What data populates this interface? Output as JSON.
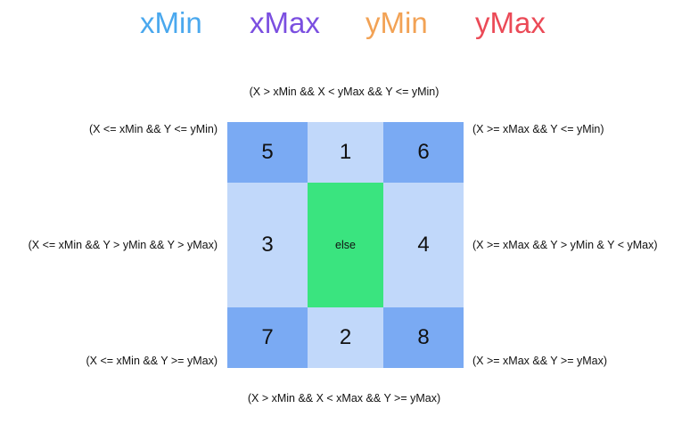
{
  "legend": [
    {
      "label": "xMin",
      "color": "#4aa8ee"
    },
    {
      "label": "xMax",
      "color": "#7b4fe0"
    },
    {
      "label": "yMin",
      "color": "#f2a255"
    },
    {
      "label": "yMax",
      "color": "#eb4a57"
    }
  ],
  "conditions": {
    "top": "(X > xMin && X < yMax && Y <= yMin)",
    "bottom": "(X > xMin && X < xMax && Y >= yMax)",
    "top_left": "(X <= xMin && Y <= yMin)",
    "top_right": "(X >= xMax && Y <= yMin)",
    "middle_left": "(X <= xMin && Y > yMin && Y > yMax)",
    "middle_right": "(X >= xMax && Y > yMin & Y < yMax)",
    "bottom_left": "(X <= xMin && Y >= yMax)",
    "bottom_right": "(X >= xMax && Y >= yMax)"
  },
  "grid": {
    "cells": {
      "top_left": "5",
      "top_center": "1",
      "top_right": "6",
      "middle_left": "3",
      "middle_center": "else",
      "middle_right": "4",
      "bottom_left": "7",
      "bottom_center": "2",
      "bottom_right": "8"
    },
    "colors": {
      "corner": "#7aaaf3",
      "edge": "#c1d8fa",
      "center": "#3ae47f"
    }
  }
}
